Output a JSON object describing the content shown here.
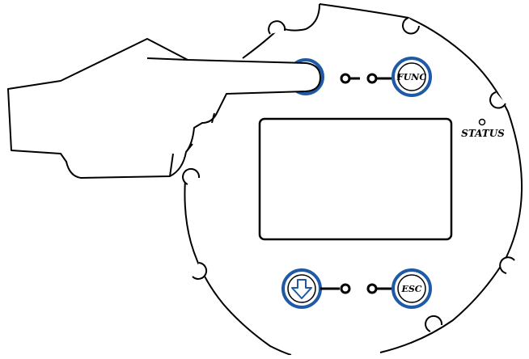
{
  "buttons": {
    "top_left": {
      "label": "",
      "icon": "blank-button"
    },
    "top_right": {
      "label": "FUNC"
    },
    "bottom_left": {
      "label": "",
      "icon": "down-arrow-icon"
    },
    "bottom_right": {
      "label": "ESC"
    }
  },
  "status": {
    "label": "STATUS"
  },
  "colors": {
    "outline": "#000000",
    "button_ring": "#1f5aa6",
    "background": "#ffffff"
  }
}
